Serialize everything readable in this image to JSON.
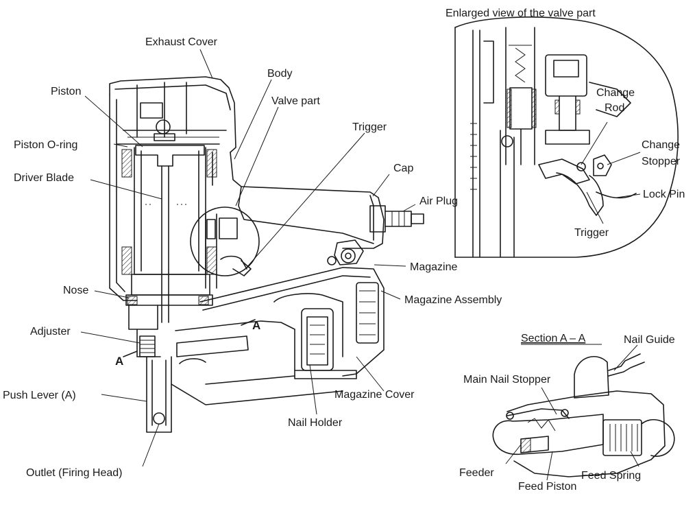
{
  "figure": {
    "main_labels": {
      "exhaust_cover": "Exhaust Cover",
      "body": "Body",
      "piston": "Piston",
      "valve_part": "Valve part",
      "trigger": "Trigger",
      "piston_o_ring": "Piston O-ring",
      "cap": "Cap",
      "driver_blade": "Driver Blade",
      "air_plug": "Air Plug",
      "magazine": "Magazine",
      "nose": "Nose",
      "magazine_assembly": "Magazine Assembly",
      "adjuster": "Adjuster",
      "section_marker": "A",
      "push_lever": "Push Lever (A)",
      "magazine_cover": "Magazine Cover",
      "nail_holder": "Nail Holder",
      "outlet": "Outlet (Firing Head)"
    },
    "inset_valve": {
      "title": "Enlarged view of the valve part",
      "change_rod_line1": "Change",
      "change_rod_line2": "Rod",
      "change_stopper_line1": "Change",
      "change_stopper_line2": "Stopper",
      "lock_pin": "Lock Pin",
      "trigger": "Trigger"
    },
    "inset_section": {
      "title": "Section A – A",
      "nail_guide": "Nail Guide",
      "main_nail_stopper": "Main Nail Stopper",
      "feeder": "Feeder",
      "feed_piston": "Feed Piston",
      "feed_spring": "Feed Spring"
    }
  }
}
